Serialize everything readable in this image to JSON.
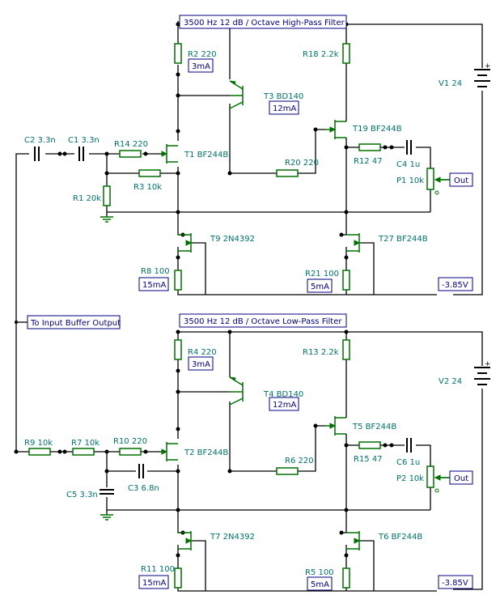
{
  "titles": {
    "top": "3500 Hz 12 dB / Octave  High-Pass Filter",
    "bottom": "3500 Hz 12 dB / Octave  Low-Pass Filter"
  },
  "boxes": {
    "input_buffer": "To Input Buffer Output",
    "out_top": "Out",
    "out_bottom": "Out",
    "top_t3_current": "12mA",
    "top_r2_current": "3mA",
    "top_r8_current": "15mA",
    "top_r21_current": "5mA",
    "top_supply_neg": "-3.85V",
    "bot_t4_current": "12mA",
    "bot_r4_current": "3mA",
    "bot_r11_current": "15mA",
    "bot_r5_current": "5mA",
    "bot_supply_neg": "-3.85V"
  },
  "labels": {
    "top": {
      "c2": "C2 3.3n",
      "c1": "C1 3.3n",
      "r14": "R14 220",
      "t1": "T1 BF244B",
      "r1": "R1 20k",
      "r3": "R3 10k",
      "r2": "R2 220",
      "t3": "T3 BD140",
      "r18": "R18 2.2k",
      "t19": "T19 BF244B",
      "r20": "R20 220",
      "r12": "R12 47",
      "c4": "C4 1u",
      "p1": "P1 10k",
      "v1": "V1 24",
      "t9": "T9 2N4392",
      "t27": "T27 BF244B",
      "r8": "R8 100",
      "r21": "R21 100"
    },
    "bottom": {
      "r9": "R9 10k",
      "r7": "R7 10k",
      "r10": "R10 220",
      "t2": "T2 BF244B",
      "c5": "C5 3.3n",
      "c3": "C3 6.8n",
      "r4": "R4 220",
      "t4": "T4 BD140",
      "r13": "R13 2.2k",
      "t5": "T5 BF244B",
      "r6": "R6 220",
      "r15": "R15 47",
      "c6": "C6 1u",
      "p2": "P2 10k",
      "v2": "V2 24",
      "t7": "T7 2N4392",
      "t6": "T6 BF244B",
      "r11": "R11 100",
      "r5": "R5 100"
    }
  },
  "polarity": {
    "plus": "+",
    "minus": "-"
  },
  "colors": {
    "component": "#007000",
    "label": "#007070",
    "box": "#000080",
    "wire": "#000000"
  }
}
